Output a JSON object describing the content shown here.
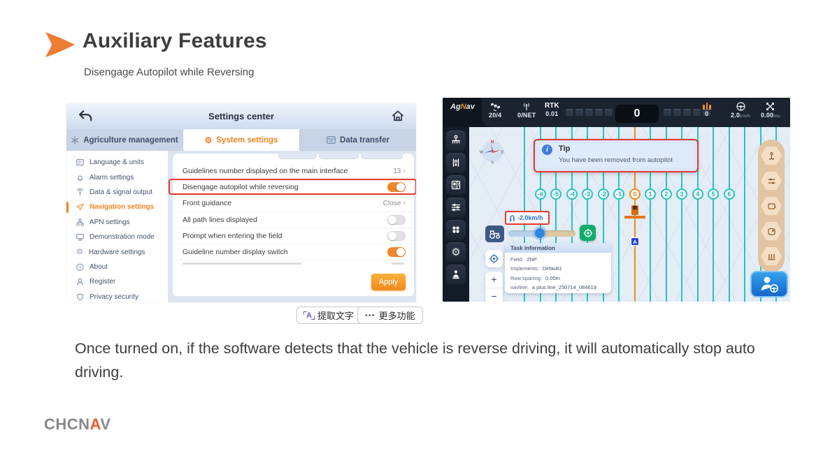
{
  "page": {
    "heading": "Auxiliary Features",
    "subheading": "Disengage Autopilot while Reversing",
    "body_text": "Once turned on, if the software detects that the vehicle is reverse driving, it will automatically stop auto driving.",
    "brand": {
      "gray1": "CHCN",
      "accent": "A",
      "gray2": "V"
    }
  },
  "overlay": {
    "extract_icon": "A",
    "extract_label": "提取文字",
    "more_icon": "•••",
    "more_label": "更多功能"
  },
  "settings": {
    "title": "Settings center",
    "tabs": [
      {
        "label": "Agriculture management"
      },
      {
        "label": "System settings"
      },
      {
        "label": "Data transfer"
      }
    ],
    "sidebar": [
      {
        "label": "Language & units"
      },
      {
        "label": "Alarm settings"
      },
      {
        "label": "Data & signal output"
      },
      {
        "label": "Navigation settings"
      },
      {
        "label": "APN settings"
      },
      {
        "label": "Demonstration mode"
      },
      {
        "label": "Hardware settings"
      },
      {
        "label": "About"
      },
      {
        "label": "Register"
      },
      {
        "label": "Privacy security"
      }
    ],
    "rows": [
      {
        "label": "Guidelines number displayed on the main interface",
        "value": "13"
      },
      {
        "label": "Disengage autopilot while reversing"
      },
      {
        "label": "Front guidance",
        "value": "Close"
      },
      {
        "label": "All path lines displayed"
      },
      {
        "label": "Prompt when entering the field"
      },
      {
        "label": "Guideline number display switch"
      }
    ],
    "chevron": "›",
    "apply": "Apply"
  },
  "agnav": {
    "brand": {
      "p1": "Ag",
      "p2": "N",
      "p3": "av"
    },
    "status": {
      "sat": "20/4",
      "net": "0/NET",
      "rtk": "RTK",
      "rtk_val": "0.01",
      "speed_main": "0",
      "bars_val": "0",
      "speed": "2.0",
      "speed_unit": "km/h",
      "area": "0.00",
      "area_unit": "mu"
    },
    "tip": {
      "icon": "i",
      "title": "Tip",
      "message": "You have been removed from autopilot"
    },
    "lines": [
      "-6",
      "-5",
      "-4",
      "-3",
      "-2",
      "-1",
      "0",
      "1",
      "2",
      "3",
      "4",
      "5",
      "6"
    ],
    "reverse_speed": "-2.0km/h",
    "point_label": "A",
    "compass": {
      "n": "N",
      "e": "E",
      "s": "S",
      "w": "W"
    },
    "zoom": {
      "plus": "+",
      "minus": "−"
    },
    "task": {
      "title": "Task information",
      "rows": [
        {
          "label": "Field:",
          "value": "2NP"
        },
        {
          "label": "Implements:",
          "value": "Default1"
        },
        {
          "label": "Row spacing:",
          "value": "0.00m"
        },
        {
          "label": "navline:",
          "value": "a plus line_250714_084619"
        }
      ]
    }
  },
  "colors": {
    "accent_orange": "#f08420",
    "highlight_red": "#e7382c",
    "guide_teal": "#27c3c3",
    "guide_orange": "#f08c1e",
    "autopilot_blue": "#1d7fd4"
  }
}
